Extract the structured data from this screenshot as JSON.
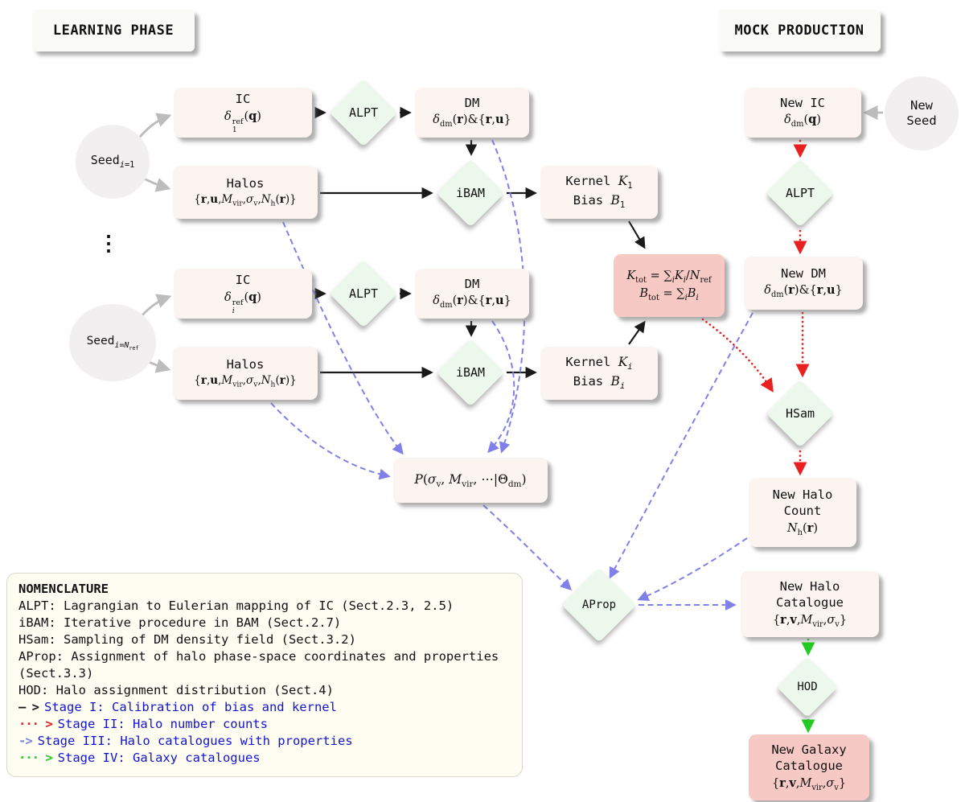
{
  "titles": {
    "learning_phase": "LEARNING PHASE",
    "mock_production": "MOCK PRODUCTION"
  },
  "colors": {
    "stage1_solid": "#1a1a1a",
    "stage2_dotted": "#e82020",
    "stage3_dashed": "#8080e8",
    "stage4_dotted": "#22cc22",
    "seed_arrow_gray": "#bcbcbc",
    "node_fill": "#fbf4f1",
    "diamond_fill": "#edf8ed",
    "highlight_fill": "#f6c9c4",
    "stage_text_blue": "#1515cc"
  },
  "nodes": {
    "seed_1": "Seed<sub><i>i</i>=1</sub>",
    "seed_n": "Seed<sub><i>i</i>=<i>N</i><sub>ref</sub></sub>",
    "vdots": "⋮",
    "alpt": "ALPT",
    "ibam": "iBAM",
    "hsam": "HSam",
    "aprop": "AProp",
    "hod": "HOD",
    "ic_1": {
      "title": "IC",
      "math": "<i>δ</i><span class='stk'><span>ref</span><span>1</span></span>(<b>q</b>)"
    },
    "ic_i": {
      "title": "IC",
      "math": "<i>δ</i><span class='stk'><span>ref</span><span><i>i</i></span></span>(<b>q</b>)"
    },
    "dm": {
      "title": "DM",
      "math": "<i>δ</i><sub>dm</sub>(<b>r</b>)&amp;{<b>r</b>,<b>u</b>}"
    },
    "halos": {
      "title": "Halos",
      "math": "{<b>r</b>,<b>u</b>,<i>M</i><sub>vir</sub>,<i>σ</i><sub>v</sub>,<i>N</i><sub>h</sub>(<b>r</b>)}"
    },
    "kernel_1": {
      "line1": "Kernel <span class='scr'>K</span><sub>1</sub>",
      "line2": "Bias <span class='scr'>B</span><sub>1</sub>"
    },
    "kernel_i": {
      "line1": "Kernel <span class='scr'>K</span><sub><i>i</i></sub>",
      "line2": "Bias <span class='scr'>B</span><sub><i>i</i></sub>"
    },
    "ktot": {
      "line1": "<span class='scr'>K</span><sub>tot</sub> = ∑<sub><i>i</i></sub><span class='scr'>K</span><sub><i>i</i></sub>/<i>N</i><sub>ref</sub>",
      "line2": "<span class='scr'>B</span><sub>tot</sub> = ∑<sub><i>i</i></sub><span class='scr'>B</span><sub><i>i</i></sub>"
    },
    "pdist": "<span class='scr'>P</span>(<i>σ</i><sub>v</sub>, <i>M</i><sub>vir</sub>, ⋯|Θ<sub>dm</sub>)",
    "new_ic": {
      "title": "New IC",
      "math": "<i>δ</i><sub>dm</sub>(<b>q</b>)"
    },
    "new_seed": "New<br>Seed",
    "new_dm": {
      "title": "New DM",
      "math": "<i>δ</i><sub>dm</sub>(<b>r</b>)&amp;{<b>r</b>,<b>u</b>}"
    },
    "new_halo_count": {
      "line1": "New Halo",
      "line2": "Count",
      "math": "<i>N</i><sub>h</sub>(<b>r</b>)"
    },
    "new_halo_cat": {
      "line1": "New Halo",
      "line2": "Catalogue",
      "math": "{<b>r</b>,<b>v</b>,<i>M</i><sub>vir</sub>,<i>σ</i><sub>v</sub>}"
    },
    "new_galaxy_cat": {
      "line1": "New Galaxy",
      "line2": "Catalogue",
      "math": "{<b>r</b>,<b>v</b>,<i>M</i><sub>vir</sub>,<i>σ</i><sub>v</sub>}"
    }
  },
  "nomenclature": {
    "title": "NOMENCLATURE",
    "defs": [
      "ALPT: Lagrangian to Eulerian mapping of IC (Sect.2.3, 2.5)",
      "iBAM: Iterative procedure in BAM (Sect.2.7)",
      "HSam: Sampling of DM density field (Sect.3.2)",
      "AProp: Assignment of halo phase-space coordinates and properties (Sect.3.3)",
      "HOD: Halo assignment distribution (Sect.4)"
    ],
    "stages": [
      {
        "symbol": "— >",
        "text": "Stage I: Calibration of bias and kernel"
      },
      {
        "symbol": "··· >",
        "text": "Stage II: Halo number counts"
      },
      {
        "symbol": "->",
        "text": "Stage III: Halo catalogues with properties"
      },
      {
        "symbol": "··· >",
        "text": "Stage IV: Galaxy catalogues"
      }
    ]
  }
}
